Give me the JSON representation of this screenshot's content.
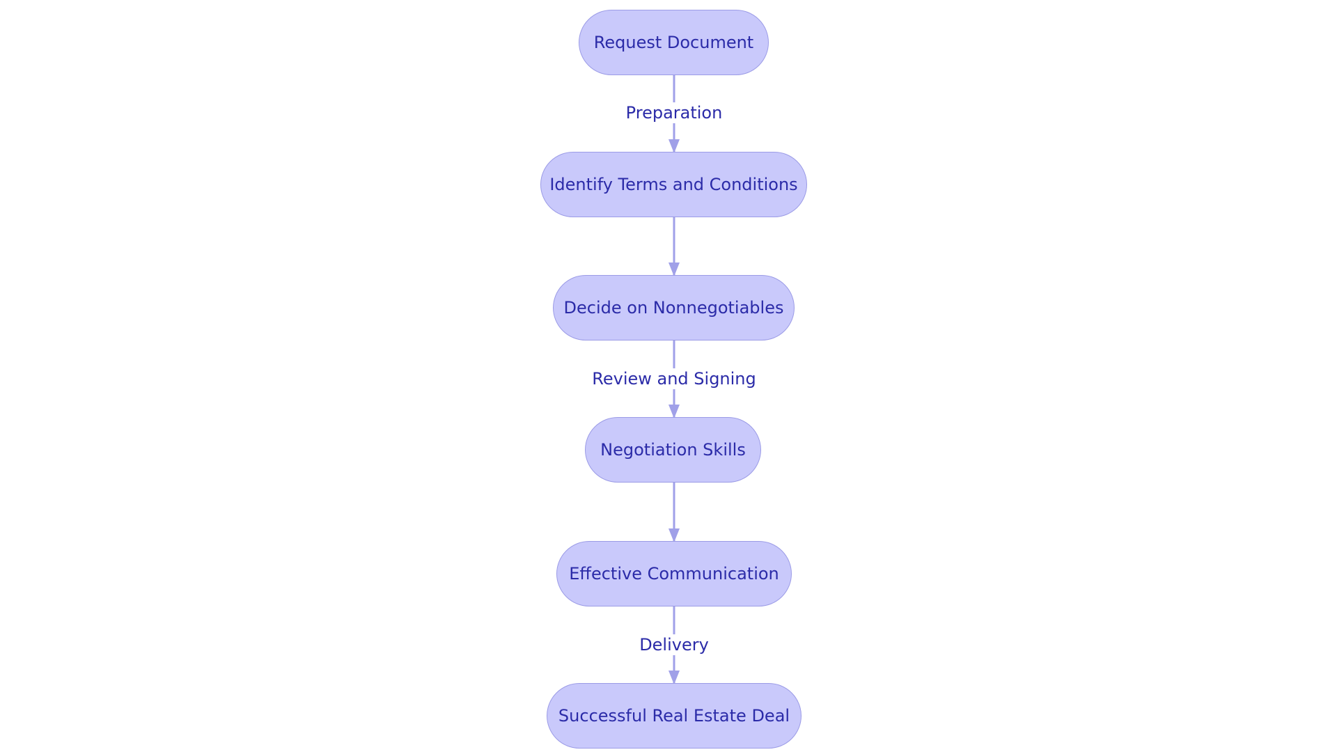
{
  "colors": {
    "node_fill": "#c9c9fb",
    "node_border": "#9b9be6",
    "node_text": "#2b2ba8",
    "edge_color": "#a0a0e8",
    "label_text": "#2b2ba8"
  },
  "flowchart": {
    "nodes": [
      {
        "id": "request-document",
        "label": "Request Document"
      },
      {
        "id": "identify-terms",
        "label": "Identify Terms and Conditions"
      },
      {
        "id": "decide-nonnegotiables",
        "label": "Decide on Nonnegotiables"
      },
      {
        "id": "negotiation-skills",
        "label": "Negotiation Skills"
      },
      {
        "id": "effective-communication",
        "label": "Effective Communication"
      },
      {
        "id": "successful-deal",
        "label": "Successful Real Estate Deal"
      }
    ],
    "edges": [
      {
        "from": "request-document",
        "to": "identify-terms",
        "label": "Preparation"
      },
      {
        "from": "identify-terms",
        "to": "decide-nonnegotiables",
        "label": ""
      },
      {
        "from": "decide-nonnegotiables",
        "to": "negotiation-skills",
        "label": "Review and Signing"
      },
      {
        "from": "negotiation-skills",
        "to": "effective-communication",
        "label": ""
      },
      {
        "from": "effective-communication",
        "to": "successful-deal",
        "label": "Delivery"
      }
    ]
  }
}
